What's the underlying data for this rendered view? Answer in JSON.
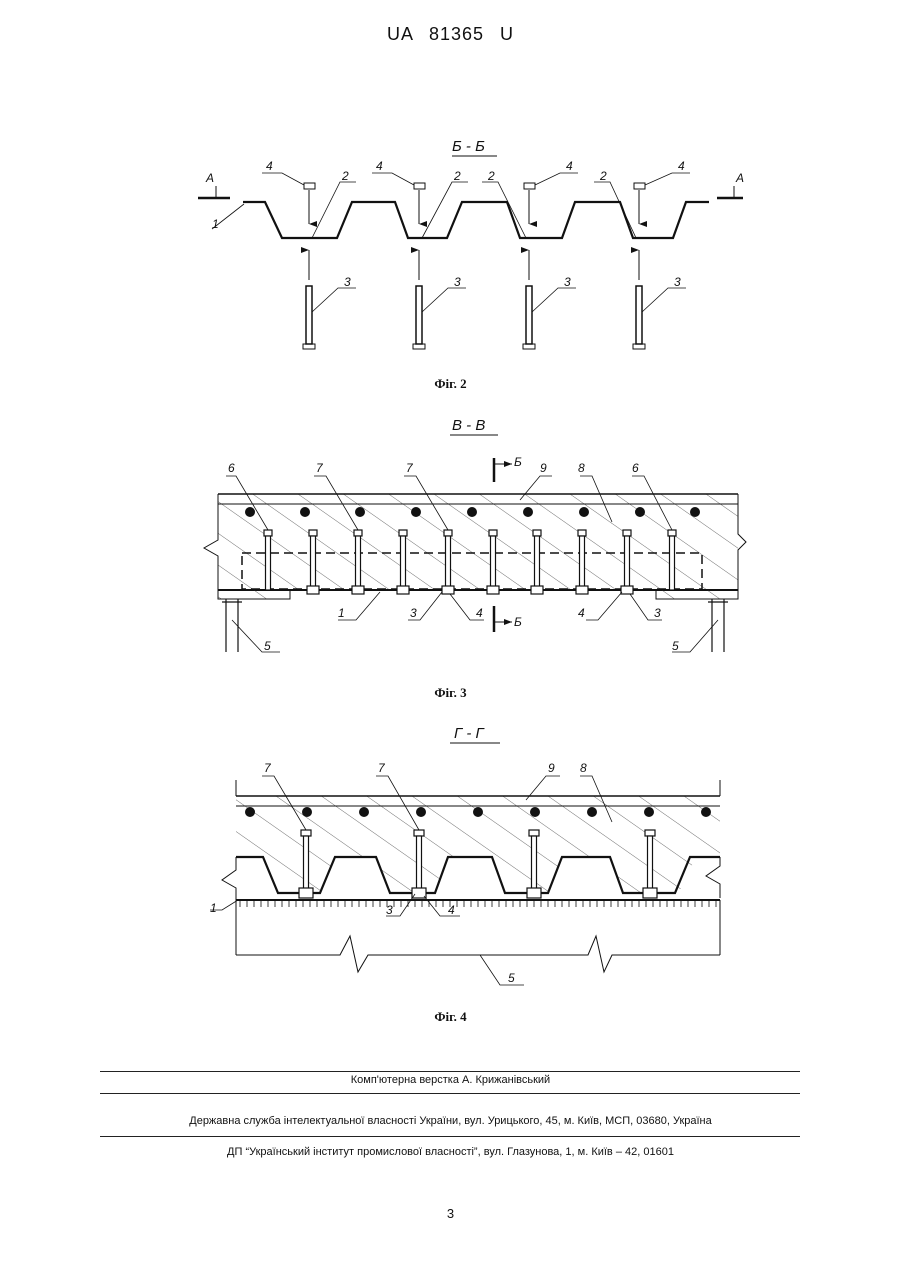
{
  "header": {
    "doc_id": "UA   81365   U"
  },
  "figures": {
    "fig2": {
      "section_title": "Б - Б",
      "caption": "Фіг. 2",
      "labels": {
        "l1": "1",
        "l2": "2",
        "l3": "3",
        "l4": "4",
        "a": "А"
      }
    },
    "fig3": {
      "section_title": "В - В",
      "caption": "Фіг. 3",
      "labels": {
        "l1": "1",
        "l3": "3",
        "l4": "4",
        "l5": "5",
        "l6": "6",
        "l7": "7",
        "l8": "8",
        "l9": "9",
        "b": "Б"
      }
    },
    "fig4": {
      "section_title": "Г - Г",
      "caption": "Фіг. 4",
      "labels": {
        "l1": "1",
        "l3": "3",
        "l4": "4",
        "l5": "5",
        "l7": "7",
        "l8": "8",
        "l9": "9"
      }
    }
  },
  "footer": {
    "layout_credit": "Комп'ютерна верстка А. Крижанівський",
    "agency": "Державна служба інтелектуальної власності України, вул. Урицького, 45, м. Київ, МСП, 03680, Україна",
    "institute": "ДП “Український інститут промислової власності”, вул. Глазунова, 1, м. Київ – 42, 01601"
  },
  "page_number": "3"
}
